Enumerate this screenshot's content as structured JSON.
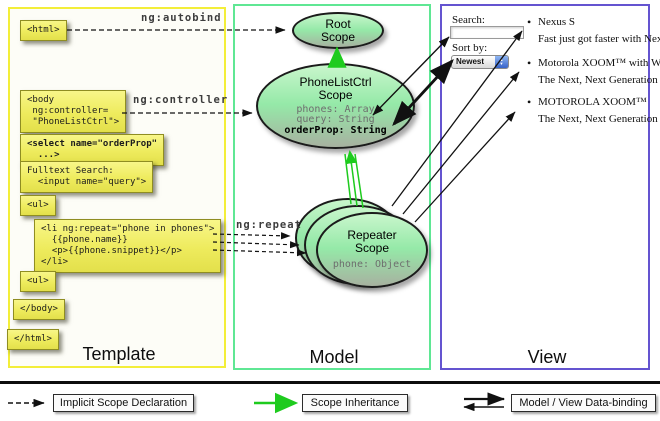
{
  "colors": {
    "template_border": "#f3ee39",
    "model_border": "#5fe794",
    "view_border": "#6454d0",
    "code_box_fill": "#efec62",
    "scope_fill": "#9ce8ac",
    "inheritance_arrow": "#1ecb1e",
    "arrow_black": "#111111"
  },
  "columns": {
    "template": "Template",
    "model": "Model",
    "view": "View"
  },
  "template": {
    "labels": {
      "autobind": "ng:autobind",
      "controller": "ng:controller",
      "repeat": "ng:repeat"
    },
    "boxes": {
      "html_open": "<html>",
      "body_open": "<body\n ng:controller=\n \"PhoneListCtrl\">",
      "select": "<select name=\"orderProp\"\n  ...>",
      "fulltext": "Fulltext Search:\n  <input name=\"query\">",
      "ul_open": "<ul>",
      "li_repeat": "<li ng:repeat=\"phone in phones\">\n  {{phone.name}}\n  <p>{{phone.snippet}}</p>\n</li>",
      "ul_close": "<ul>",
      "body_close": "</body>",
      "html_close": "</html>"
    }
  },
  "model": {
    "root_scope": {
      "title": "Root\nScope"
    },
    "phonelist_scope": {
      "title": "PhoneListCtrl\nScope",
      "props": [
        "phones: Array",
        "query: String"
      ],
      "prop_bold": "orderProp: String"
    },
    "repeater_scope": {
      "title": "Repeater\nScope",
      "prop": "phone: Object"
    }
  },
  "view": {
    "search_label": "Search:",
    "search_value": "",
    "sort_label": "Sort by:",
    "sort_value": "Newest",
    "items": [
      {
        "title": "Nexus S",
        "desc": "Fast just got faster with Nexus S."
      },
      {
        "title": "Motorola XOOM™ with Wi-Fi",
        "desc": "The Next, Next Generation tablet."
      },
      {
        "title": "MOTOROLA XOOM™",
        "desc": "The Next, Next Generation tablet."
      }
    ]
  },
  "legend": {
    "implicit": "Implicit Scope Declaration",
    "inheritance": "Scope Inheritance",
    "databinding": "Model / View Data-binding"
  }
}
